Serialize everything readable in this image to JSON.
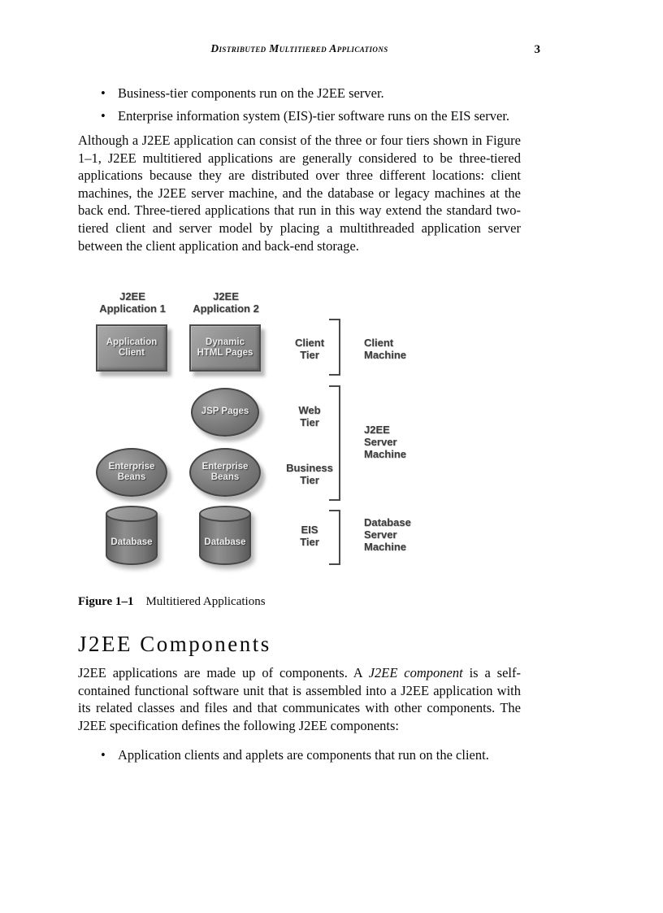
{
  "bullet_char": "•",
  "header": {
    "title": "Distributed Multitiered Applications",
    "page_number": "3"
  },
  "intro_bullets": [
    "Business-tier components run on the J2EE server.",
    "Enterprise information system (EIS)-tier software runs on the EIS server."
  ],
  "paragraph1": "Although a J2EE application can consist of the three or four tiers shown in Figure 1–1, J2EE multitiered applications are generally considered to be three-tiered applications because they are distributed over three different locations: client machines, the J2EE server machine, and the database or legacy machines at the back end. Three-tiered applications that run in this way extend the standard two-tiered client and server model by placing a multithreaded application server between the client application and back-end storage.",
  "figure": {
    "caption_label": "Figure 1–1",
    "caption_title": "Multitiered Applications",
    "app1": {
      "title": "J2EE\nApplication 1",
      "box": "Application\nClient",
      "ellipse": "Enterprise\nBeans",
      "cylinder": "Database"
    },
    "app2": {
      "title": "J2EE\nApplication 2",
      "box": "Dynamic\nHTML Pages",
      "ellipse1": "JSP Pages",
      "ellipse2": "Enterprise\nBeans",
      "cylinder": "Database"
    },
    "tiers": {
      "client": "Client\nTier",
      "web": "Web\nTier",
      "business": "Business\nTier",
      "eis": "EIS\nTier"
    },
    "machines": {
      "client": "Client\nMachine",
      "j2ee": "J2EE\nServer\nMachine",
      "database": "Database\nServer\nMachine"
    }
  },
  "section": {
    "heading": "J2EE Components",
    "para_before_italic": "J2EE applications are made up of components. A ",
    "para_italic": "J2EE component",
    "para_after_italic": " is a self-contained functional software unit that is assembled into a J2EE application with its related classes and files and that communicates with other components. The J2EE specification defines the following J2EE components:",
    "bullet": "Application clients and applets are components that run on the client."
  }
}
